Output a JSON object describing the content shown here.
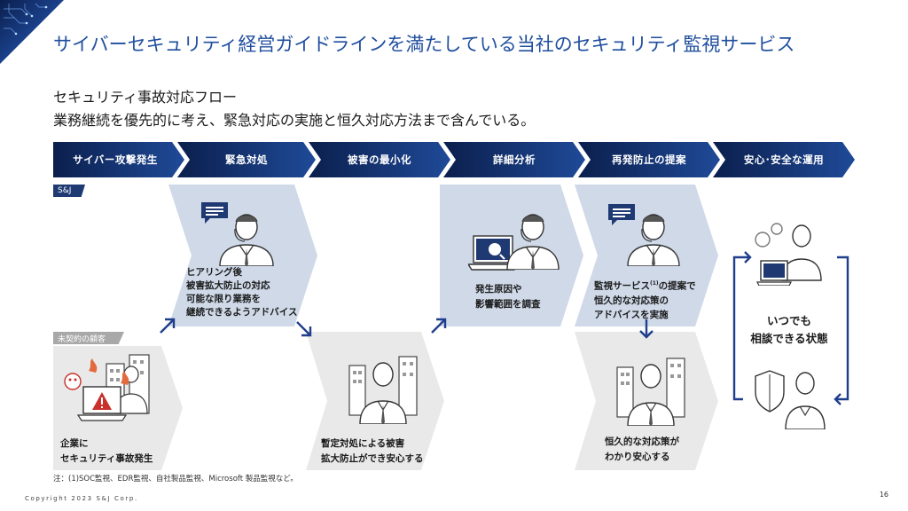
{
  "title": "サイバーセキュリティ経営ガイドラインを満たしている当社のセキュリティ監視サービス",
  "subtitle": {
    "line1": "セキュリティ事故対応フロー",
    "line2": "業務継続を優先的に考え、緊急対応の実施と恒久対応方法まで含んでいる。"
  },
  "phases": [
    "サイバー攻撃発生",
    "緊急対処",
    "被害の最小化",
    "詳細分析",
    "再発防止の提案",
    "安心･安全な運用"
  ],
  "tags": {
    "sj": "S&J",
    "non_contract": "未契約の顧客"
  },
  "sj_steps": {
    "hearing": [
      "ヒアリング後",
      "被害拡大防止の対応",
      "可能な限り業務を",
      "継続できるようアドバイス"
    ],
    "analysis": [
      "発生原因や",
      "影響範囲を調査"
    ],
    "proposal_line1_pre": "監視サービス",
    "proposal_note_mark": "(1)",
    "proposal_line1_post": "の提案で",
    "proposal_lines": [
      "恒久的な対応策の",
      "アドバイスを実施"
    ]
  },
  "customer_steps": {
    "incident": [
      "企業に",
      "セキュリティ事故発生"
    ],
    "relief": [
      "暫定対処による被害",
      "拡大防止ができ安心する"
    ],
    "permanent": [
      "恒久的な対応策が",
      "わかり安心する"
    ]
  },
  "always": [
    "いつでも",
    "相談できる状態"
  ],
  "annotation": "注：(1)SOC監視、EDR監視、自社製品監視、Microsoft 製品監視など。",
  "copyright": "Copyright 2023 S&J Corp.",
  "page_number": "16",
  "colors": {
    "title": "#1f4e9e",
    "phase_dark": "#0b1f4d",
    "phase_light": "#1f4a98",
    "sj_band": "#cfd9e8",
    "customer_band": "#e9e9e9",
    "arrow": "#1f3f8c"
  }
}
